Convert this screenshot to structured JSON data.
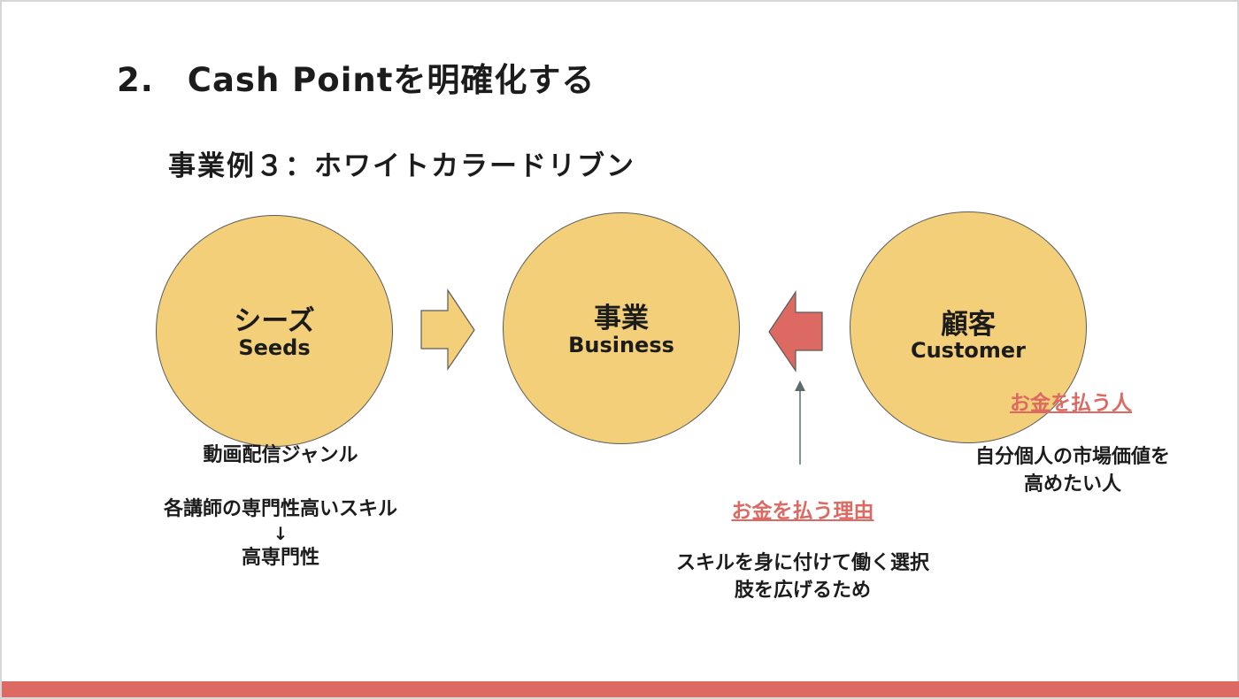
{
  "title": "2.　Cash Pointを明確化する",
  "subtitle": "事業例３：ホワイトカラードリブン",
  "nodes": {
    "seeds": {
      "jp": "シーズ",
      "en": "Seeds"
    },
    "business": {
      "jp": "事業",
      "en": "Business"
    },
    "customer": {
      "jp": "顧客",
      "en": "Customer"
    }
  },
  "labels": {
    "pay_person": "お金を払う人",
    "pay_reason": "お金を払う理由"
  },
  "seeds_notes": {
    "line1": "動画配信ジャンル",
    "line2": "各講師の専門性高いスキル",
    "arrow": "↓",
    "line3": "高専門性"
  },
  "customer_notes": {
    "line1": "自分個人の市場価値を",
    "line2": "高めたい人"
  },
  "reason_notes": {
    "line1": "スキルを身に付けて働く選択",
    "line2": "肢を広げるため"
  },
  "colors": {
    "circle_fill": "#f3cf79",
    "arrow_seeds": "#f3cf79",
    "arrow_customer": "#dd6a62",
    "accent": "#dd6a62",
    "footer_bar": "#dd6a62"
  }
}
